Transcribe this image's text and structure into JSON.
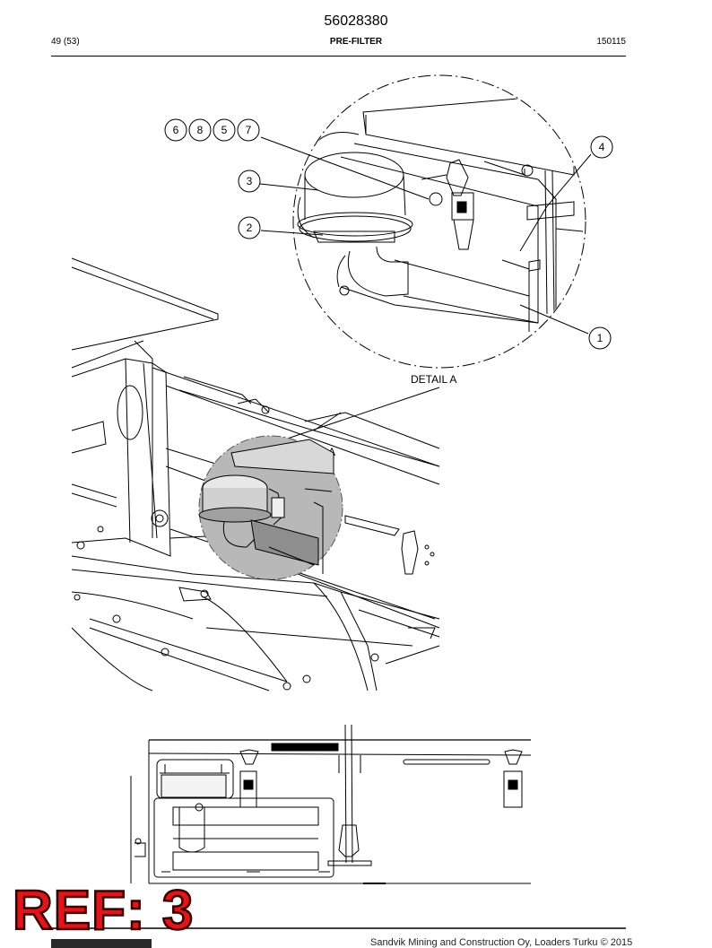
{
  "header": {
    "doc_number": "56028380",
    "page_ref": "49 (53)",
    "title": "PRE-FILTER",
    "date_code": "150115"
  },
  "drawing": {
    "detail_caption": "DETAIL A",
    "section_marker": "A",
    "callouts": [
      "6",
      "8",
      "5",
      "7",
      "3",
      "2",
      "4",
      "1"
    ]
  },
  "stamp": {
    "text": "REF: 3",
    "color": "#e0161b"
  },
  "footer": {
    "copyright": "Sandvik Mining and Construction Oy, Loaders Turku © 2015"
  }
}
